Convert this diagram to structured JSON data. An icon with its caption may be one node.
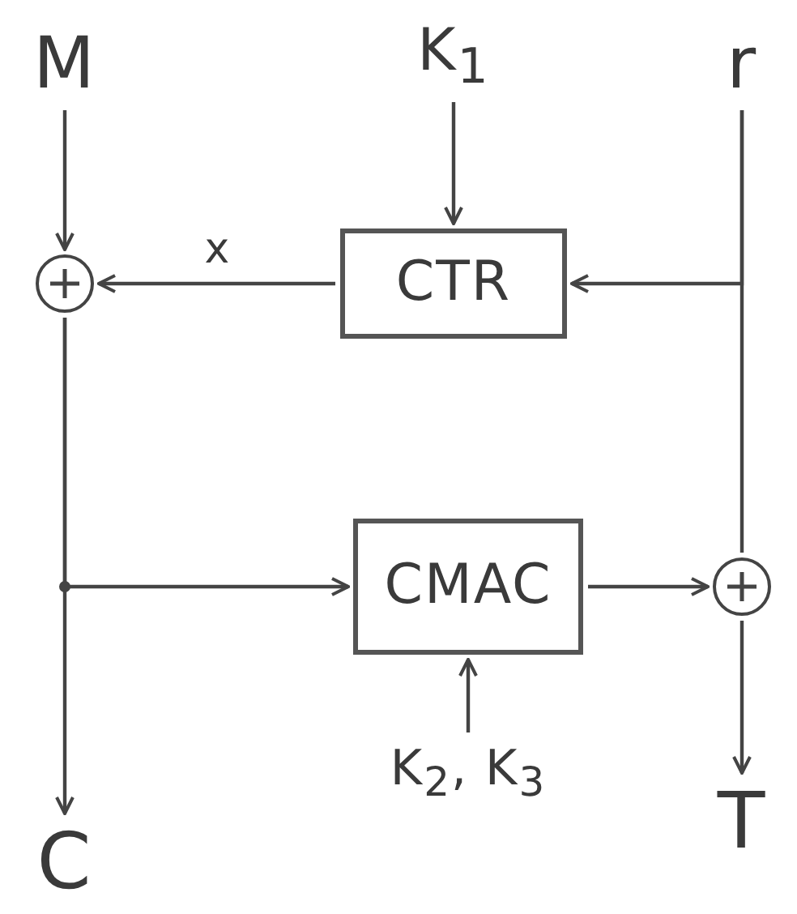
{
  "diagram": {
    "nodes": [
      {
        "text": [
          "M"
        ]
      },
      {
        "text": [
          "K$_{1}$"
        ]
      },
      {
        "text": [
          "r"
        ]
      },
      {
        "text": [],
        "shape": "circle"
      },
      {
        "text": [
          "CTR"
        ]
      },
      {
        "text": [
          "CMAC"
        ]
      },
      {
        "text": [],
        "shape": "circle"
      },
      {
        "text": [
          "K$_{2}$, K$_{3}$"
        ]
      },
      {
        "text": [
          "C"
        ]
      },
      {
        "text": [
          "T"
        ]
      }
    ],
    "edges": [
      {
        "from": 0,
        "to": 3,
        "arrow": "to"
      },
      {
        "from": 1,
        "to": 4,
        "arrow": "to"
      },
      {
        "from": 2,
        "to": 4,
        "arrow": "to"
      },
      {
        "from": 4,
        "to": 3,
        "arrow": "to",
        "label": "x"
      },
      {
        "from": 2,
        "to": 6,
        "arrow": "none"
      },
      {
        "from": 3,
        "to": 5,
        "arrow": "to"
      },
      {
        "from": 3,
        "to": 8,
        "arrow": "to"
      },
      {
        "from": 5,
        "to": 6,
        "arrow": "to"
      },
      {
        "from": 7,
        "to": 5,
        "arrow": "to"
      },
      {
        "from": 6,
        "to": 9,
        "arrow": "to"
      }
    ]
  }
}
